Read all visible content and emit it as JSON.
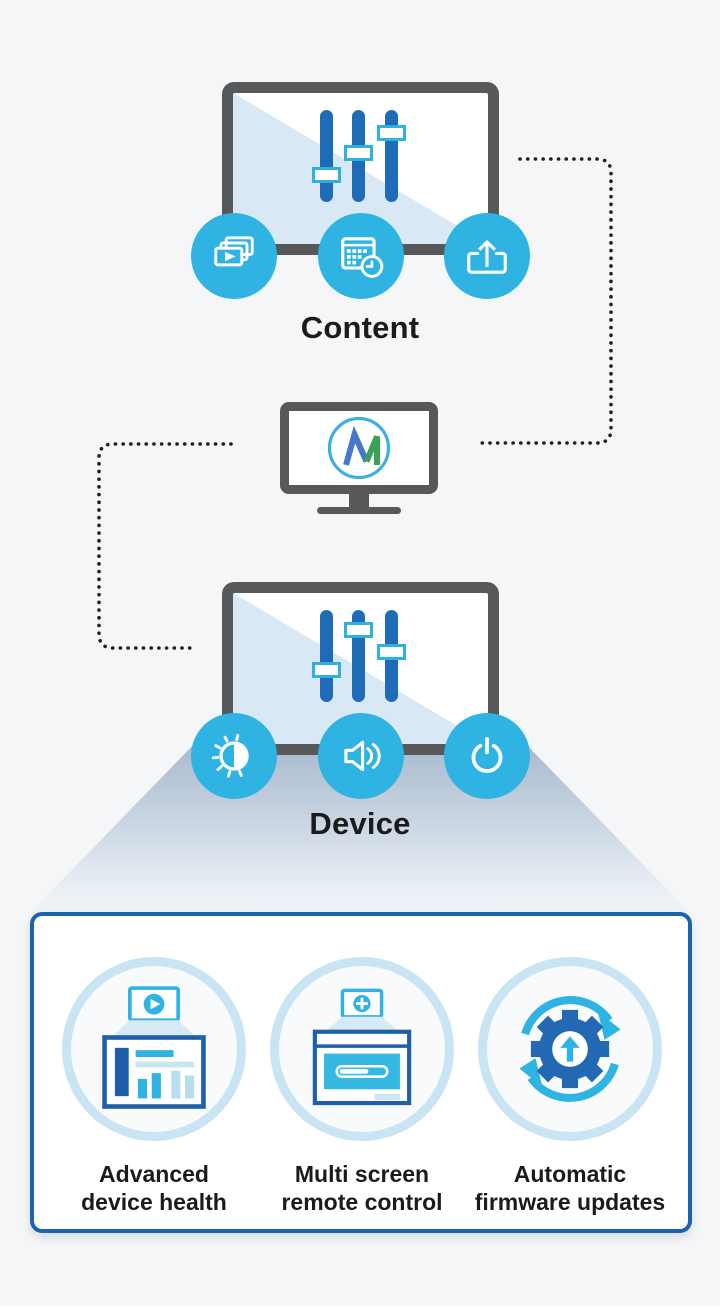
{
  "colors": {
    "bg": "#f5f6f7",
    "frame": "#57585a",
    "screen-blue": "#d8e9f5",
    "slider-blue": "#1e6bb7",
    "cyan": "#2eb3e3",
    "cyan-light": "#2fb0e0",
    "dark-blue": "#1d5fa8",
    "gear-blue": "#2268b2",
    "panel-border": "#1a64ae",
    "ring": "#c9e4f3",
    "funnel-top": "#a7b8cd",
    "dot": "#202020",
    "logo-blue": "#4577cd",
    "logo-green": "#3aa254",
    "text": "#1b1b1b"
  },
  "flow": {
    "content": {
      "label": "Content",
      "icons": [
        "playlist-icon",
        "schedule-icon",
        "publish-icon"
      ]
    },
    "server": {
      "logo": "magicinfo-logo"
    },
    "device": {
      "label": "Device",
      "icons": [
        "brightness-icon",
        "volume-icon",
        "power-icon"
      ]
    }
  },
  "features": {
    "items": [
      {
        "line1": "Advanced",
        "line2": "device health",
        "icon": "device-health-dashboard-icon"
      },
      {
        "line1": "Multi screen",
        "line2": "remote control",
        "icon": "multi-screen-remote-icon"
      },
      {
        "line1": "Automatic",
        "line2": "firmware updates",
        "icon": "firmware-update-icon"
      }
    ]
  }
}
